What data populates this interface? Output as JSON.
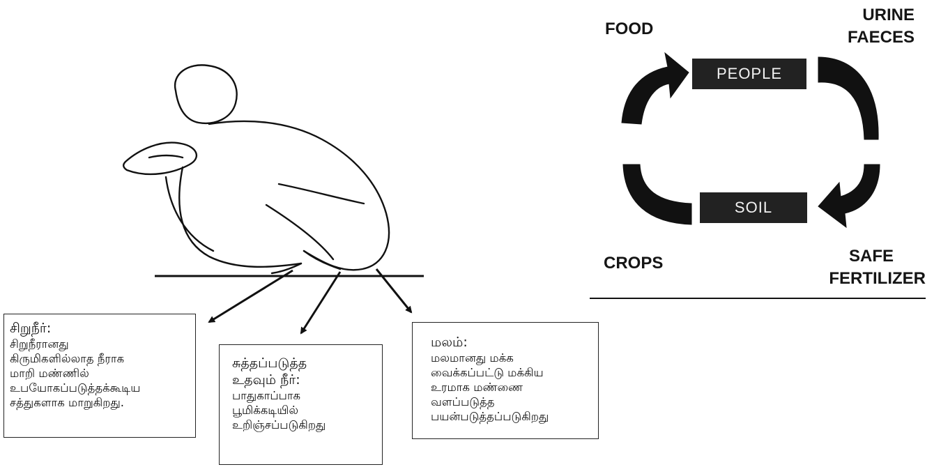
{
  "cycle": {
    "food": "FOOD",
    "urine_faeces": [
      "URINE",
      "FAECES"
    ],
    "people": "PEOPLE",
    "soil": "SOIL",
    "crops": "CROPS",
    "safe_fertilizer": [
      "SAFE",
      "FERTILIZER"
    ]
  },
  "boxes": {
    "urine": {
      "heading": "சிறுநீர்:",
      "lines": [
        "சிறுநீரானது",
        "கிருமிகளில்லாத நீராக",
        "மாறி மண்ணில்",
        "உபயோகப்படுத்தக்கூடிய",
        "சத்துகளாக மாறுகிறது."
      ]
    },
    "wash_water": {
      "heading": [
        "சுத்தப்படுத்த",
        "உதவும் நீர்:"
      ],
      "lines": [
        "பாதுகாப்பாக",
        "பூமிக்கடியில்",
        "உறிஞ்சப்படுகிறது"
      ]
    },
    "faeces": {
      "heading": "மலம்:",
      "lines": [
        "மலமானது மக்க",
        "வைக்கப்பட்டு மக்கிய",
        "உரமாக மண்ணை",
        "வளப்படுத்த",
        "பயன்படுத்தப்படுகிறது"
      ]
    }
  },
  "colors": {
    "ink": "#111111",
    "label_box": "#222222",
    "label_text": "#f2f2f2"
  }
}
